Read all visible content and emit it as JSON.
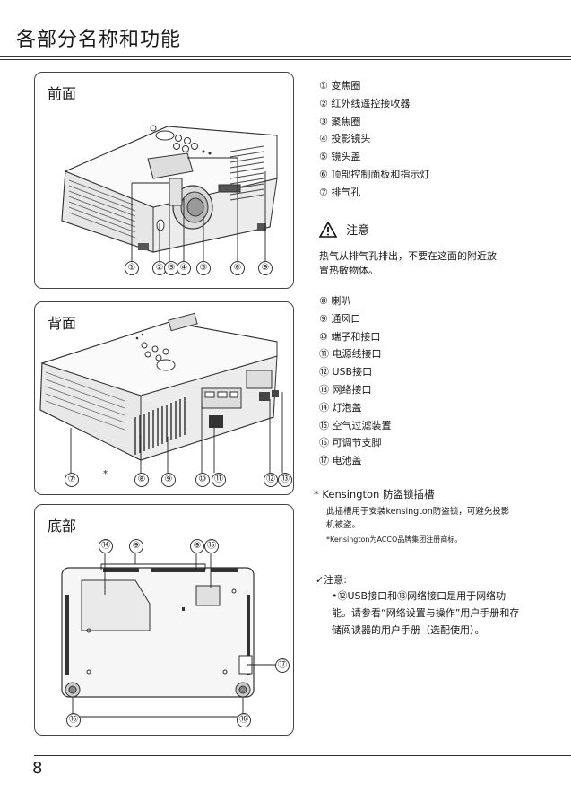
{
  "page": {
    "title": "各部分名称和功能",
    "number": "8"
  },
  "front_panel": {
    "title": "前面",
    "callouts": [
      "①",
      "②",
      "③",
      "④",
      "⑤",
      "⑥",
      "⑨"
    ]
  },
  "back_panel": {
    "title": "背面",
    "callouts": [
      "⑦",
      "*",
      "⑧",
      "⑨",
      "⑩",
      "⑪",
      "⑫",
      "⑬"
    ]
  },
  "bottom_panel": {
    "title": "底部",
    "top_callouts": [
      "⑭",
      "⑨",
      "⑨",
      "⑮"
    ],
    "right_callout": "⑰",
    "bottom_callouts": [
      "⑯",
      "⑯"
    ]
  },
  "parts_list_1": [
    "① 变焦圈",
    "② 红外线遥控接收器",
    "③ 聚焦圈",
    "④ 投影镜头",
    "⑤ 镜头盖",
    "⑥ 顶部控制面板和指示灯",
    "⑦ 排气孔"
  ],
  "caution": {
    "label": "注意",
    "text": "热气从排气孔排出，不要在这面的附近放置热敏物体。"
  },
  "parts_list_2": [
    "⑧ 喇叭",
    "⑨ 通风口",
    "⑩ 端子和接口",
    "⑪ 电源线接口",
    "⑫ USB接口",
    "⑬ 网络接口",
    "⑭ 灯泡盖",
    "⑮ 空气过滤装置",
    "⑯ 可调节支脚",
    "⑰ 电池盖"
  ],
  "kensington": {
    "title": "*  Kensington 防盗锁插槽",
    "body": "此插槽用于安装kensington防盗锁，可避免投影机被盗。",
    "note": "*Kensington为ACCO品牌集团注册商标。"
  },
  "note": {
    "head": "✓注意:",
    "body": "•⑫USB接口和⑬网络接口是用于网络功能。请参看“网络设置与操作”用户手册和存储阅读器的用户手册（选配使用）。"
  }
}
